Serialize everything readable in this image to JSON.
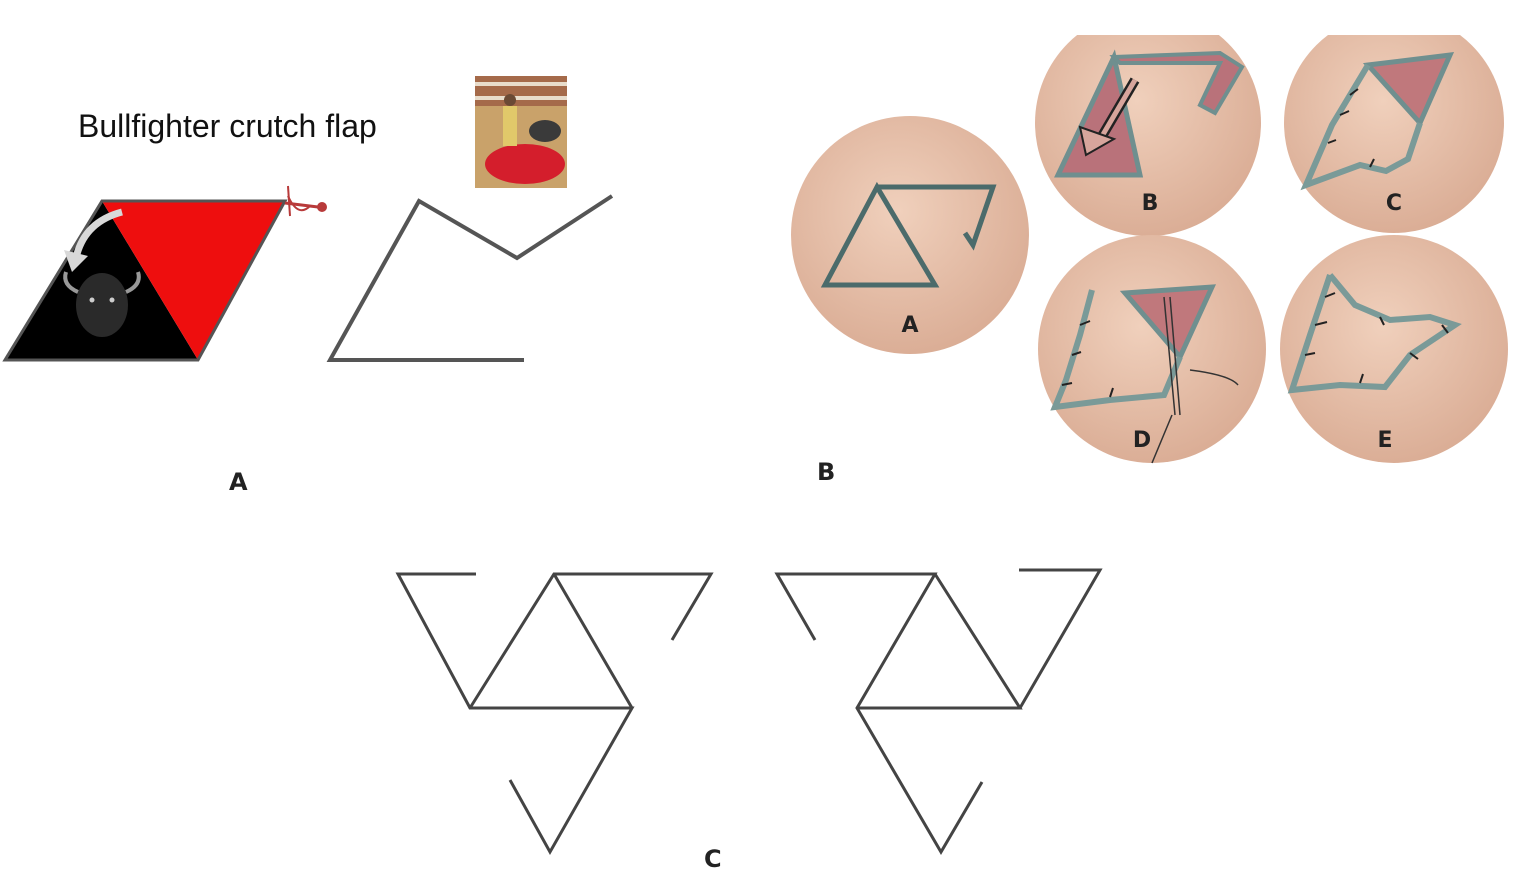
{
  "figure": {
    "title": "Bullfighter crutch flap",
    "panel_labels": {
      "a": "A",
      "b": "B",
      "c": "C"
    }
  },
  "photos": [
    {
      "label": "A"
    },
    {
      "label": "B"
    },
    {
      "label": "C"
    },
    {
      "label": "D"
    },
    {
      "label": "E"
    }
  ],
  "colors": {
    "flap_red": "#ee0e0e",
    "bull_black": "#000000",
    "line_gray": "#444444",
    "skin_pink": "#e6c0a9",
    "muscle_red": "#b9727a",
    "suture_blue": "#6f8f8f"
  },
  "icons": [
    "sword-icon",
    "curved-arrow-icon",
    "bull-head-icon",
    "bullfighter-photo"
  ]
}
